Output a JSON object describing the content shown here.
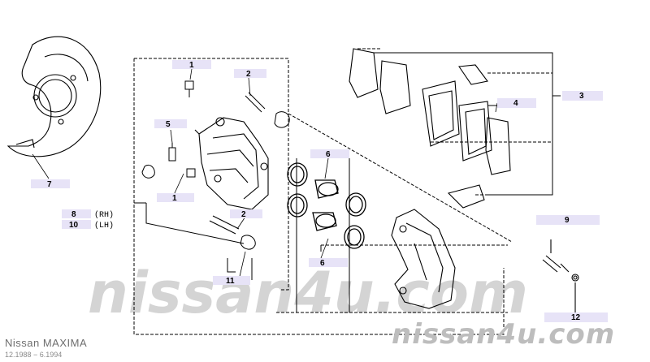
{
  "callouts": [
    {
      "id": "c1a",
      "label": "1"
    },
    {
      "id": "c2a",
      "label": "2"
    },
    {
      "id": "c3",
      "label": "3"
    },
    {
      "id": "c4",
      "label": "4"
    },
    {
      "id": "c5",
      "label": "5"
    },
    {
      "id": "c6a",
      "label": "6"
    },
    {
      "id": "c7",
      "label": "7"
    },
    {
      "id": "c1b",
      "label": "1"
    },
    {
      "id": "c2b",
      "label": "2"
    },
    {
      "id": "c8",
      "label": "8"
    },
    {
      "id": "c10",
      "label": "10"
    },
    {
      "id": "c9",
      "label": "9"
    },
    {
      "id": "c6b",
      "label": "6"
    },
    {
      "id": "c11",
      "label": "11"
    },
    {
      "id": "c12",
      "label": "12"
    }
  ],
  "side_labels": {
    "rh": "(RH)",
    "lh": "(LH)"
  },
  "footer": {
    "model": "Nissan MAXIMA",
    "dates": "12.1988 − 6.1994"
  },
  "watermarks": {
    "main": "nissan4u.com",
    "corner": "nissan4u.com"
  },
  "colors": {
    "highlight": "#e7e3f7",
    "line": "#000000",
    "watermark": "#d4d4d4"
  }
}
